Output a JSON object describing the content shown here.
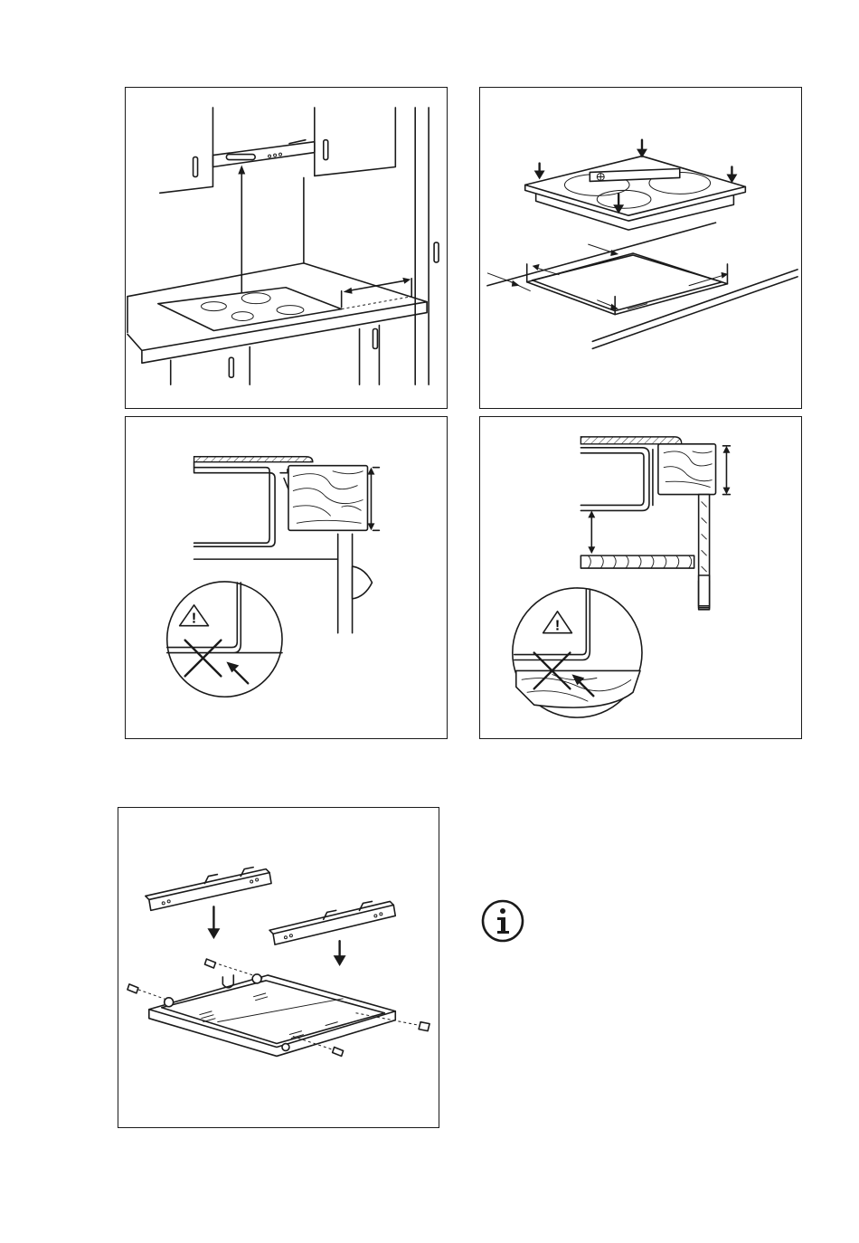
{
  "figures": [
    {
      "id": "cooker-hood-clearance",
      "icon": "hob-under-hood-diagram"
    },
    {
      "id": "hob-into-cutout",
      "icon": "hob-seal-placement-diagram"
    },
    {
      "id": "worktop-oven-gap",
      "icon": "worktop-section-diagram"
    },
    {
      "id": "worktop-drawer-gap",
      "icon": "worktop-drawer-section-diagram"
    },
    {
      "id": "protection-box-assembly",
      "icon": "protection-box-diagram"
    }
  ],
  "info": {
    "icon": "info-icon",
    "symbol": "i"
  },
  "warning": {
    "icon": "warning-triangle-icon",
    "symbol": "!"
  }
}
